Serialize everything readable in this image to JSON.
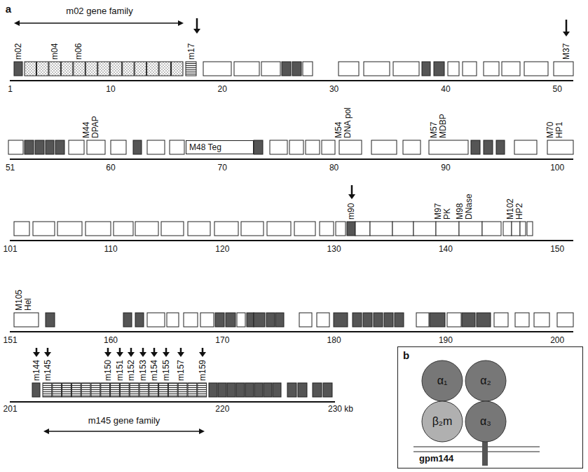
{
  "diagram": {
    "nodes": [
      {
        "text": [
          "M48 Teg"
        ]
      },
      {
        "text": [
          "b",
          "gpm144"
        ]
      },
      {
        "text": [
          "α₁"
        ],
        "in": 1
      },
      {
        "text": [
          "α₂"
        ],
        "in": 1
      },
      {
        "text": [
          "β₂m"
        ],
        "in": 1
      },
      {
        "text": [
          "α₃"
        ],
        "in": 1
      }
    ],
    "labels": [
      "a",
      "m02 gene family",
      "m02",
      "m04",
      "m06",
      "m17",
      "M37",
      "1",
      "10",
      "20",
      "30",
      "40",
      "50",
      "M44 DPAP",
      "M54 DNA pol",
      "M57 MDBP",
      "M70 HP1",
      "51",
      "60",
      "70",
      "80",
      "90",
      "100",
      "m90",
      "M97 PK",
      "M98 DNase",
      "M102 HP2",
      "101",
      "110",
      "120",
      "130",
      "140",
      "150",
      "M105 Hel",
      "151",
      "160",
      "170",
      "180",
      "190",
      "200",
      "m144",
      "m145",
      "m150",
      "m151",
      "m152",
      "m153",
      "m154",
      "m155",
      "m157",
      "m159",
      "201",
      "220",
      "230 kb",
      "m145 gene family"
    ]
  }
}
